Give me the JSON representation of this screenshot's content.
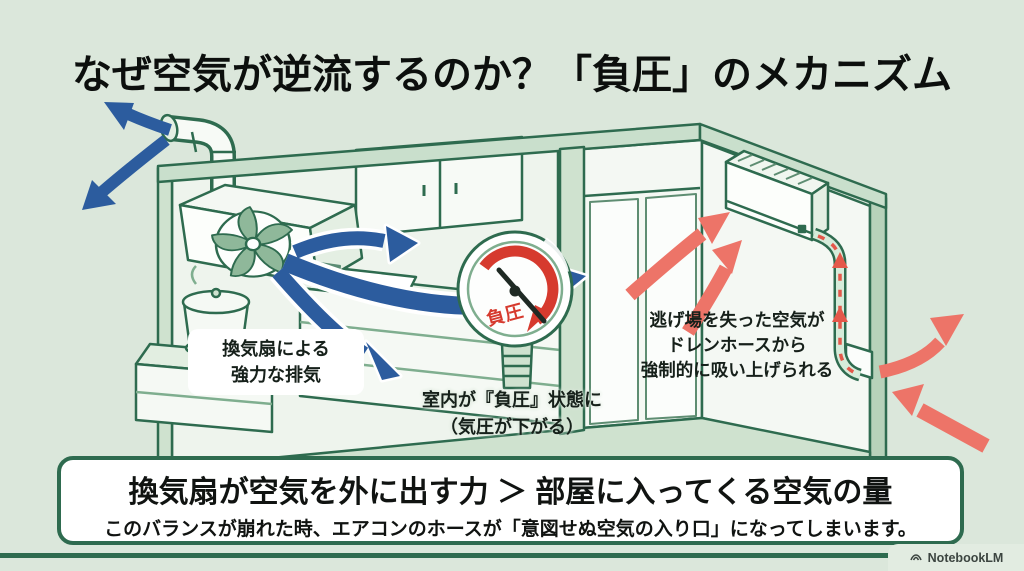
{
  "title": "なぜ空気が逆流するのか？「負圧」のメカニズム",
  "diagram": {
    "fan_label": {
      "line1": "換気扇による",
      "line2": "強力な排気"
    },
    "gauge_face": "負圧",
    "gauge_label": {
      "line1": "室内が『負圧』状態に",
      "line2": "（気圧が下がる）"
    },
    "ac_label": {
      "line1": "逃げ場を失った空気が",
      "line2": "ドレンホースから",
      "line3": "強制的に吸い上げられる"
    }
  },
  "banner": {
    "headline": "換気扇が空気を外に出す力 ＞ 部屋に入ってくる空気の量",
    "subtext": "このバランスが崩れた時、エアコンのホースが「意図せぬ空気の入り口」になってしまいます。"
  },
  "watermark": "NotebookLM",
  "colors": {
    "background": "#dbe7db",
    "outline_green": "#2e6b4f",
    "fill_green": "#cfe2cf",
    "wall_white": "#f4f8f3",
    "arrow_blue": "#2c5c9e",
    "arrow_salmon": "#ed7468",
    "gauge_red": "#d63a2e",
    "banner_border": "#2e6b4f"
  }
}
